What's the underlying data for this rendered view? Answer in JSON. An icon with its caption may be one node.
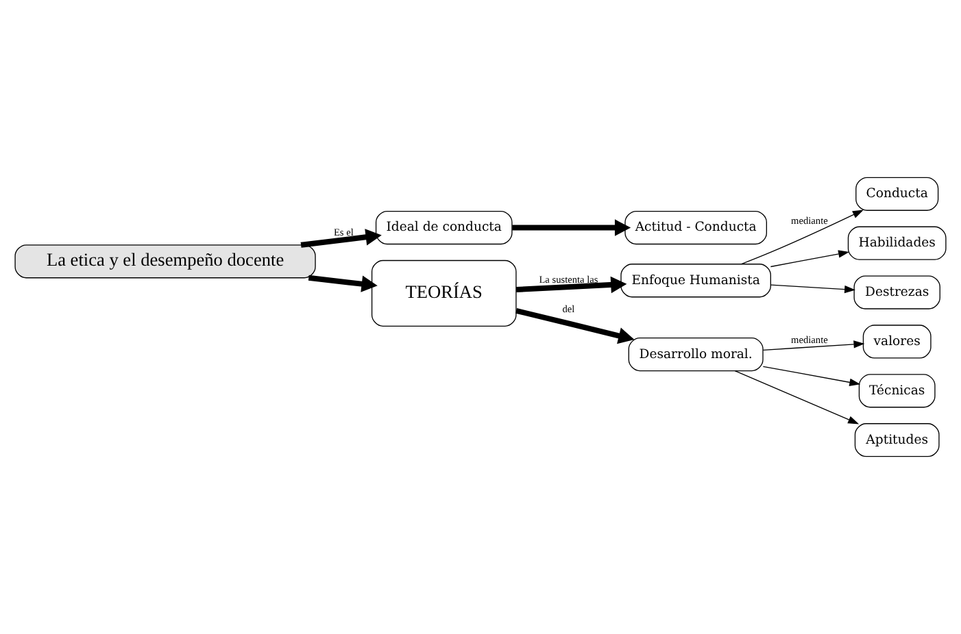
{
  "diagram": {
    "nodes": [
      {
        "text": [
          "Ideal de conducta"
        ]
      },
      {
        "text": [
          "Actitud - Conducta"
        ]
      },
      {
        "text": [
          "La etica y el desempeño docente"
        ]
      },
      {
        "text": [
          "TEORÍAS"
        ]
      },
      {
        "text": [
          "Enfoque Humanista"
        ]
      },
      {
        "text": [
          "Desarrollo moral."
        ]
      },
      {
        "text": [
          "Conducta"
        ]
      },
      {
        "text": [
          "Habilidades"
        ]
      },
      {
        "text": [
          "Destrezas"
        ]
      },
      {
        "text": [
          "valores"
        ]
      },
      {
        "text": [
          "Técnicas"
        ]
      },
      {
        "text": [
          "Aptitudes"
        ]
      }
    ],
    "edges": [
      {
        "from": 2,
        "to": 0,
        "arrow": "to",
        "label": "Es el",
        "style": "thick"
      },
      {
        "from": 0,
        "to": 1,
        "arrow": "to",
        "style": "thick"
      },
      {
        "from": 2,
        "to": 3,
        "arrow": "to",
        "style": "thick"
      },
      {
        "from": 3,
        "to": 4,
        "arrow": "to",
        "label": "La sustenta las",
        "style": "thick"
      },
      {
        "from": 3,
        "to": 5,
        "arrow": "to",
        "label": "del",
        "style": "thick"
      },
      {
        "from": 4,
        "to": 6,
        "arrow": "to",
        "label": "mediante"
      },
      {
        "from": 4,
        "to": 7,
        "arrow": "to"
      },
      {
        "from": 4,
        "to": 8,
        "arrow": "to"
      },
      {
        "from": 5,
        "to": 9,
        "arrow": "to",
        "label": "mediante"
      },
      {
        "from": 5,
        "to": 10,
        "arrow": "to"
      },
      {
        "from": 5,
        "to": 11,
        "arrow": "to"
      }
    ]
  }
}
